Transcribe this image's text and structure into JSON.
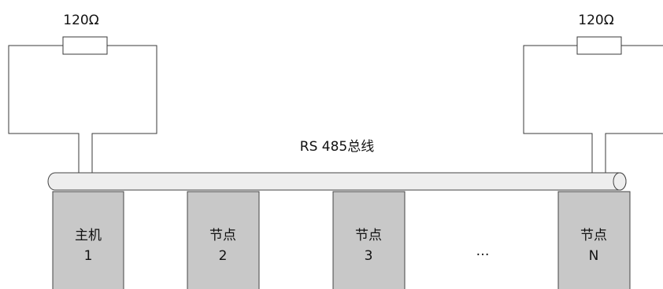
{
  "bus": {
    "label": "RS 485总线"
  },
  "terminators": {
    "left": {
      "value": "120Ω"
    },
    "right": {
      "value": "120Ω"
    }
  },
  "nodes": [
    {
      "line1": "主机",
      "line2": "1"
    },
    {
      "line1": "节点",
      "line2": "2"
    },
    {
      "line1": "节点",
      "line2": "3"
    },
    {
      "line1": "节点",
      "line2": "N"
    }
  ],
  "ellipsis": "…",
  "colors": {
    "node_fill": "#c8c8c8",
    "bus_fill": "#eeeeee",
    "line": "#3a3a3a"
  }
}
